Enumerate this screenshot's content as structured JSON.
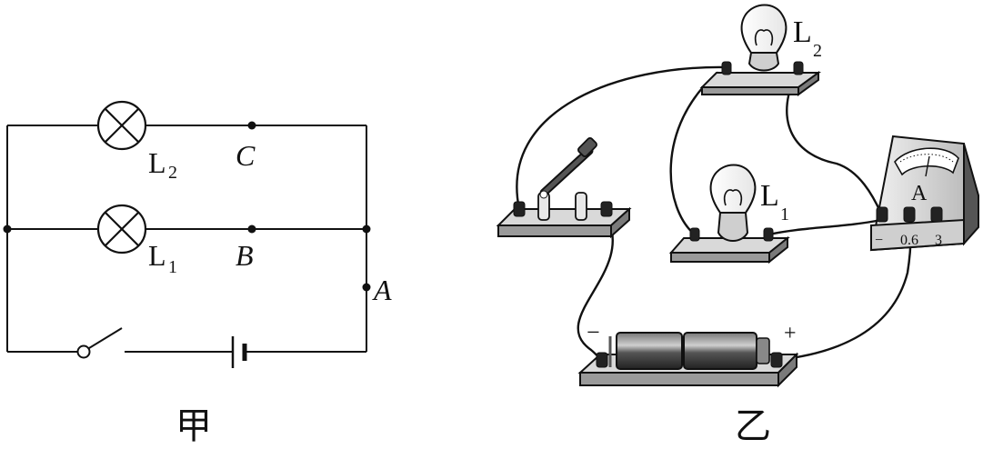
{
  "schematic": {
    "caption": "甲",
    "lamp_top": {
      "letter": "L",
      "sub": "2"
    },
    "lamp_mid": {
      "letter": "L",
      "sub": "1"
    },
    "point_c": "C",
    "point_b": "B",
    "point_a": "A"
  },
  "physical": {
    "caption": "乙",
    "bulb_top": {
      "letter": "L",
      "sub": "2"
    },
    "bulb_mid": {
      "letter": "L",
      "sub": "1"
    },
    "ammeter": {
      "symbol": "A",
      "terminal_neg": "−",
      "terminal_mid": "0.6",
      "terminal_max": "3"
    },
    "battery_neg": "−",
    "battery_pos": "+"
  },
  "colors": {
    "wire": "#111111",
    "base_top": "#d9d9d9",
    "base_side": "#9a9a9a",
    "cell_body": "#3a3a3a",
    "meter_body": "#e3e3e3"
  }
}
